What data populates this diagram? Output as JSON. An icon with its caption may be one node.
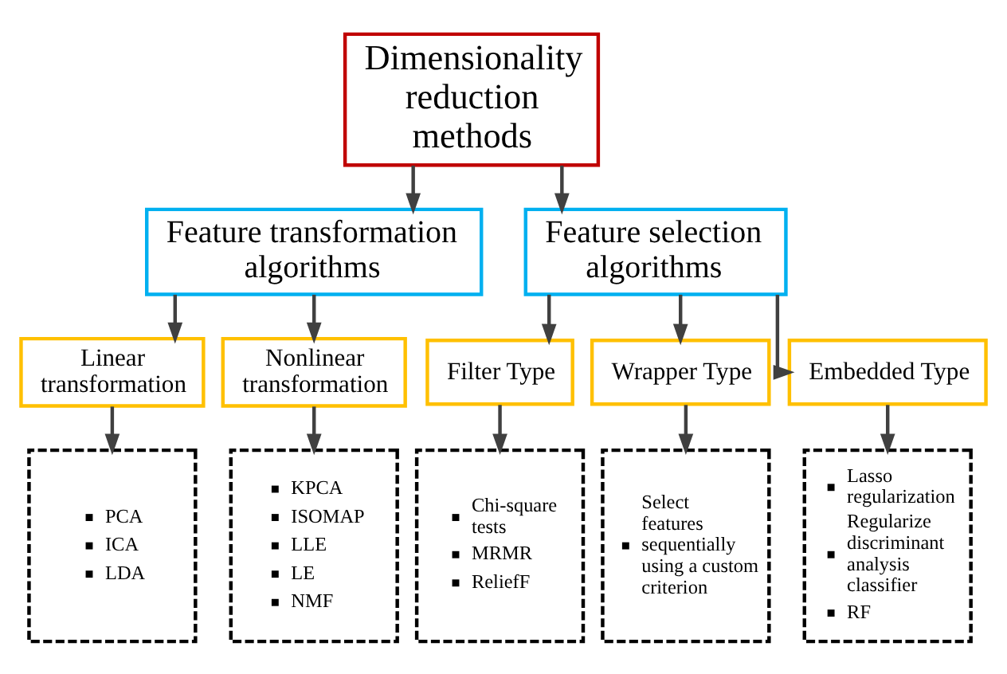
{
  "diagram": {
    "nodes": [
      {
        "text": [
          "Dimensionality reduction methods"
        ]
      },
      {
        "text": [
          "Feature transformation algorithms"
        ]
      },
      {
        "text": [
          "Feature selection algorithms"
        ]
      },
      {
        "text": [
          "Linear transformation"
        ]
      },
      {
        "text": [
          "Nonlinear transformation"
        ]
      },
      {
        "text": [
          "Filter Type"
        ]
      },
      {
        "text": [
          "Wrapper Type"
        ]
      },
      {
        "text": [
          "Embedded Type"
        ]
      },
      {
        "text": [
          "PCA",
          "ICA",
          "LDA"
        ]
      },
      {
        "text": [
          "KPCA",
          "ISOMAP",
          "LLE",
          "LE",
          "NMF"
        ]
      },
      {
        "text": [
          "Chi-square tests",
          "MRMR",
          "ReliefF"
        ]
      },
      {
        "text": [
          "Select features sequentially using a custom criterion"
        ]
      },
      {
        "text": [
          "Lasso regularization",
          "Regularize discriminant analysis classifier",
          "RF"
        ]
      }
    ],
    "edges": [
      {
        "from": 0,
        "to": 1,
        "arrow": "to"
      },
      {
        "from": 0,
        "to": 2,
        "arrow": "to"
      },
      {
        "from": 1,
        "to": 3,
        "arrow": "to"
      },
      {
        "from": 1,
        "to": 4,
        "arrow": "to"
      },
      {
        "from": 2,
        "to": 5,
        "arrow": "to"
      },
      {
        "from": 2,
        "to": 6,
        "arrow": "to"
      },
      {
        "from": 2,
        "to": 7,
        "arrow": "to"
      },
      {
        "from": 3,
        "to": 8,
        "arrow": "to"
      },
      {
        "from": 4,
        "to": 9,
        "arrow": "to"
      },
      {
        "from": 5,
        "to": 10,
        "arrow": "to"
      },
      {
        "from": 6,
        "to": 11,
        "arrow": "to"
      },
      {
        "from": 7,
        "to": 12,
        "arrow": "to"
      }
    ]
  }
}
